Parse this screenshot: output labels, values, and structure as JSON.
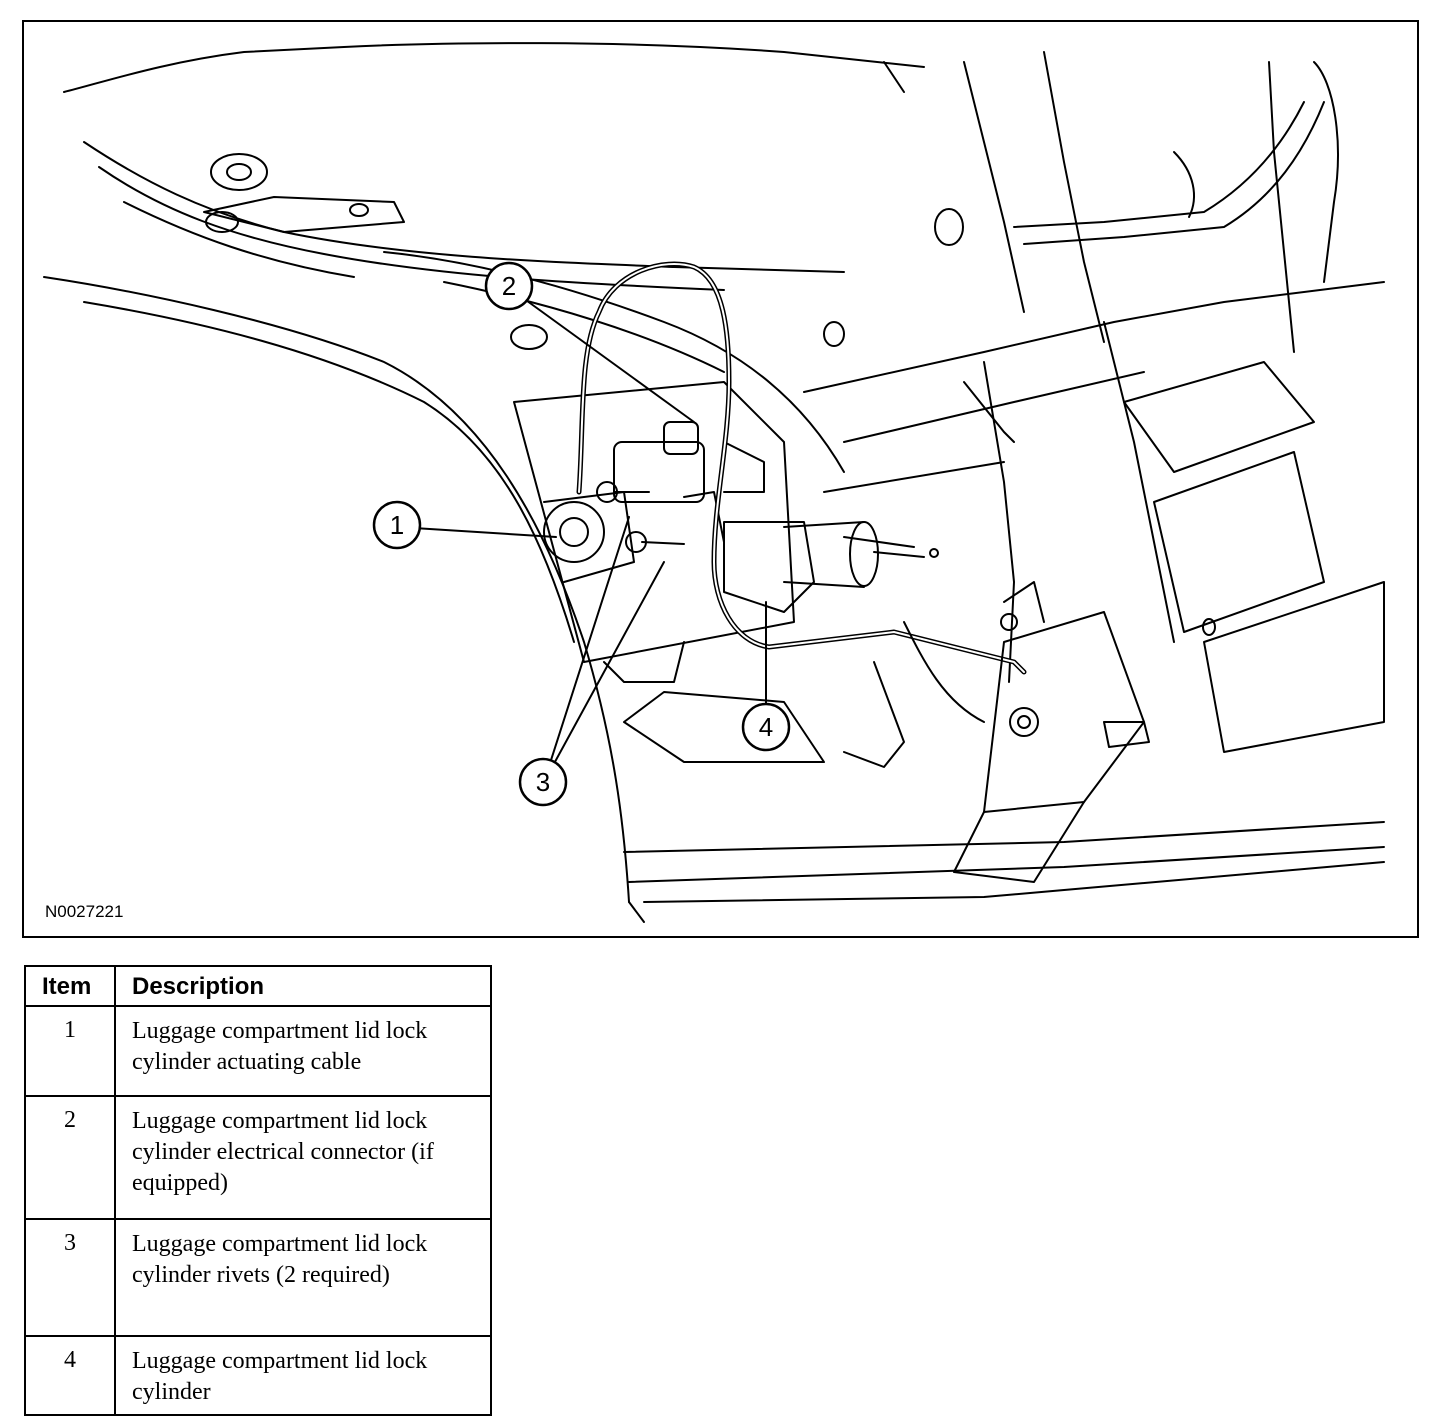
{
  "figure": {
    "id": "N0027221",
    "callouts": [
      "1",
      "2",
      "3",
      "4"
    ]
  },
  "legend": {
    "headers": [
      "Item",
      "Description"
    ],
    "rows": [
      {
        "item": "1",
        "description": "Luggage compartment lid lock cylinder actuating cable"
      },
      {
        "item": "2",
        "description": "Luggage compartment lid lock cylinder electrical connector  (if equipped)"
      },
      {
        "item": "3",
        "description": "Luggage compartment lid lock cylinder rivets (2 required)"
      },
      {
        "item": "4",
        "description": "Luggage compartment lid lock cylinder"
      }
    ]
  }
}
